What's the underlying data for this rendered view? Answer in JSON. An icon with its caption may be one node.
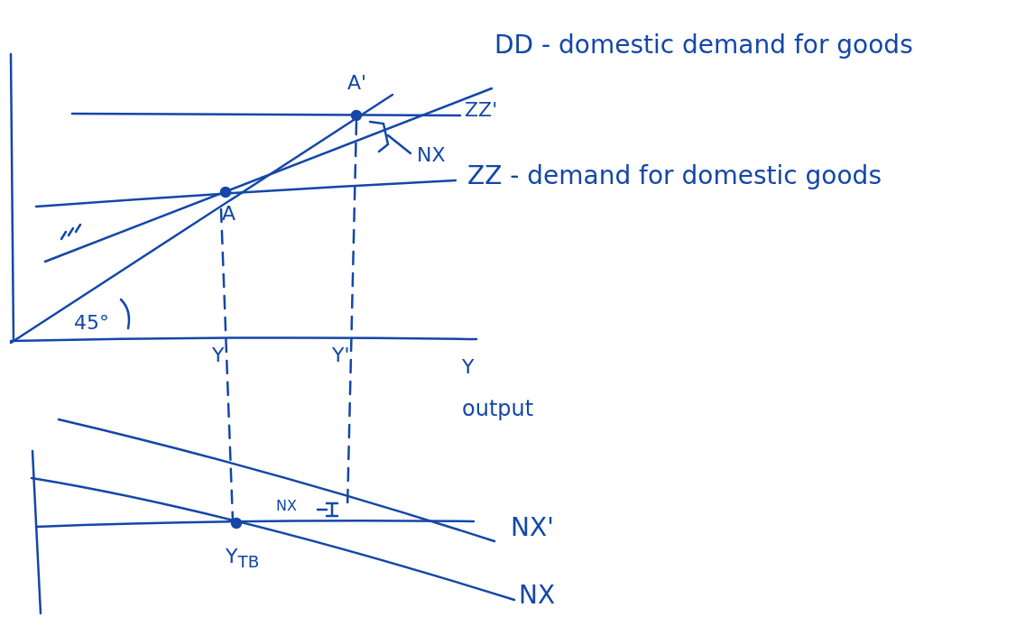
{
  "diagram": {
    "labels": [
      "A'",
      "DD - domestic demand for goods",
      "ZZ'",
      "NX",
      "ZZ - demand for domestic goods",
      "A",
      "45°",
      "Y",
      "Y'",
      "Y",
      "output",
      "NX",
      "NX'",
      "Y$_{TB}$",
      "NX"
    ]
  }
}
